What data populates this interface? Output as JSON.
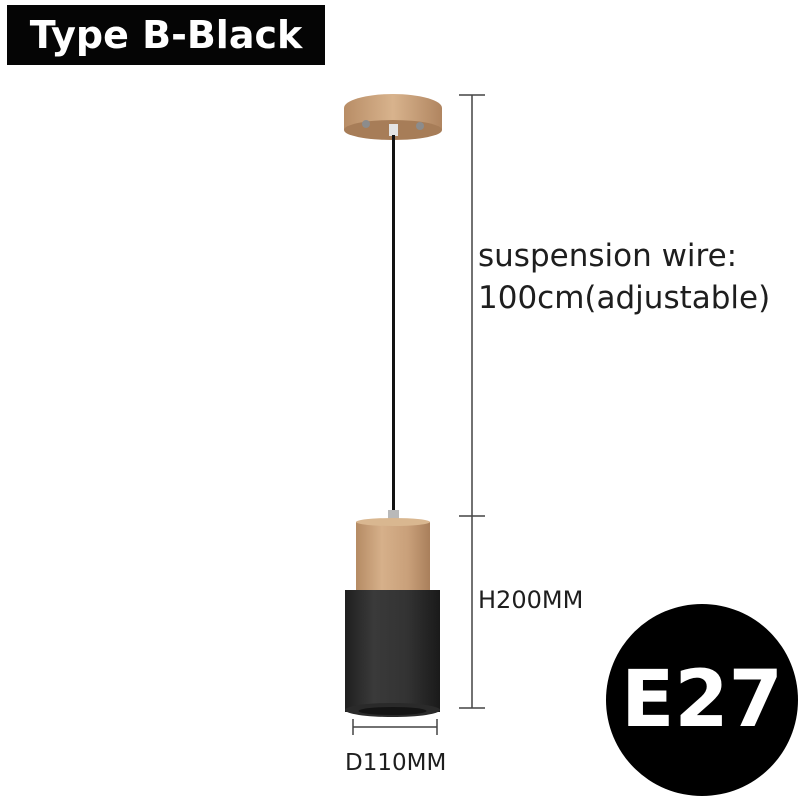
{
  "product": {
    "type_label": "Type B-Black",
    "colors": {
      "shade": "#2b2b2b",
      "wood": "#c8a07a",
      "wire": "#111111",
      "badge_bg": "#000000",
      "label_bg": "#050505"
    }
  },
  "dimensions": {
    "wire_label_line1": "suspension wire:",
    "wire_label_line2": "100cm(adjustable)",
    "height_label": "H200MM",
    "diameter_label": "D110MM"
  },
  "badge": {
    "socket": "E27"
  }
}
